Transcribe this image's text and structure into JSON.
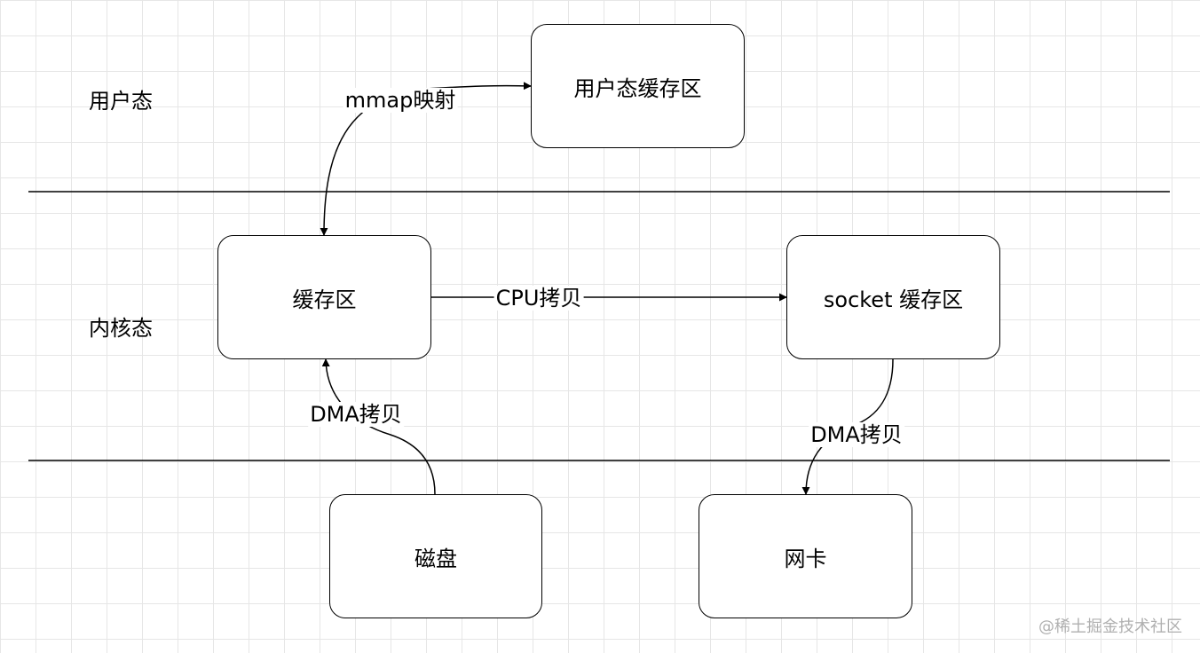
{
  "zones": {
    "user": "用户态",
    "kernel": "内核态"
  },
  "nodes": {
    "user_buffer": "用户态缓存区",
    "kernel_buffer": "缓存区",
    "socket_buffer": "socket 缓存区",
    "disk": "磁盘",
    "nic": "网卡"
  },
  "edges": {
    "mmap": "mmap映射",
    "cpu_copy": "CPU拷贝",
    "dma_copy_disk": "DMA拷贝",
    "dma_copy_nic": "DMA拷贝"
  },
  "watermark": "@稀土掘金技术社区",
  "colors": {
    "line": "#000000",
    "grid": "#e6e6e6",
    "watermark": "#b0b0b0"
  }
}
